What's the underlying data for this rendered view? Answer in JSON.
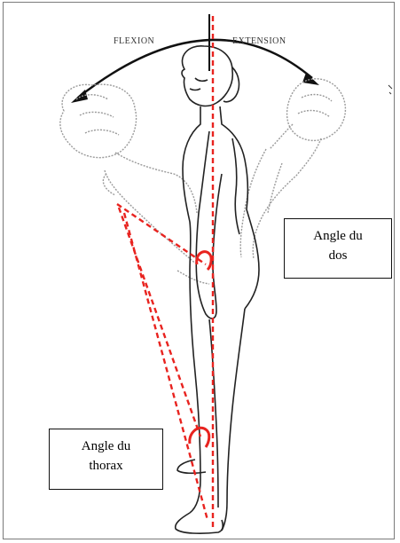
{
  "arc": {
    "left_label": "FLEXION",
    "right_label": "EXTENSION"
  },
  "callouts": {
    "back": {
      "line1": "Angle du",
      "line2": "dos"
    },
    "thorax": {
      "line1": "Angle du",
      "line2": "thorax"
    }
  },
  "colors": {
    "angle_lines": "#e8231f",
    "figure_outline": "#222222",
    "ghost_outline": "#9a9a9a"
  }
}
